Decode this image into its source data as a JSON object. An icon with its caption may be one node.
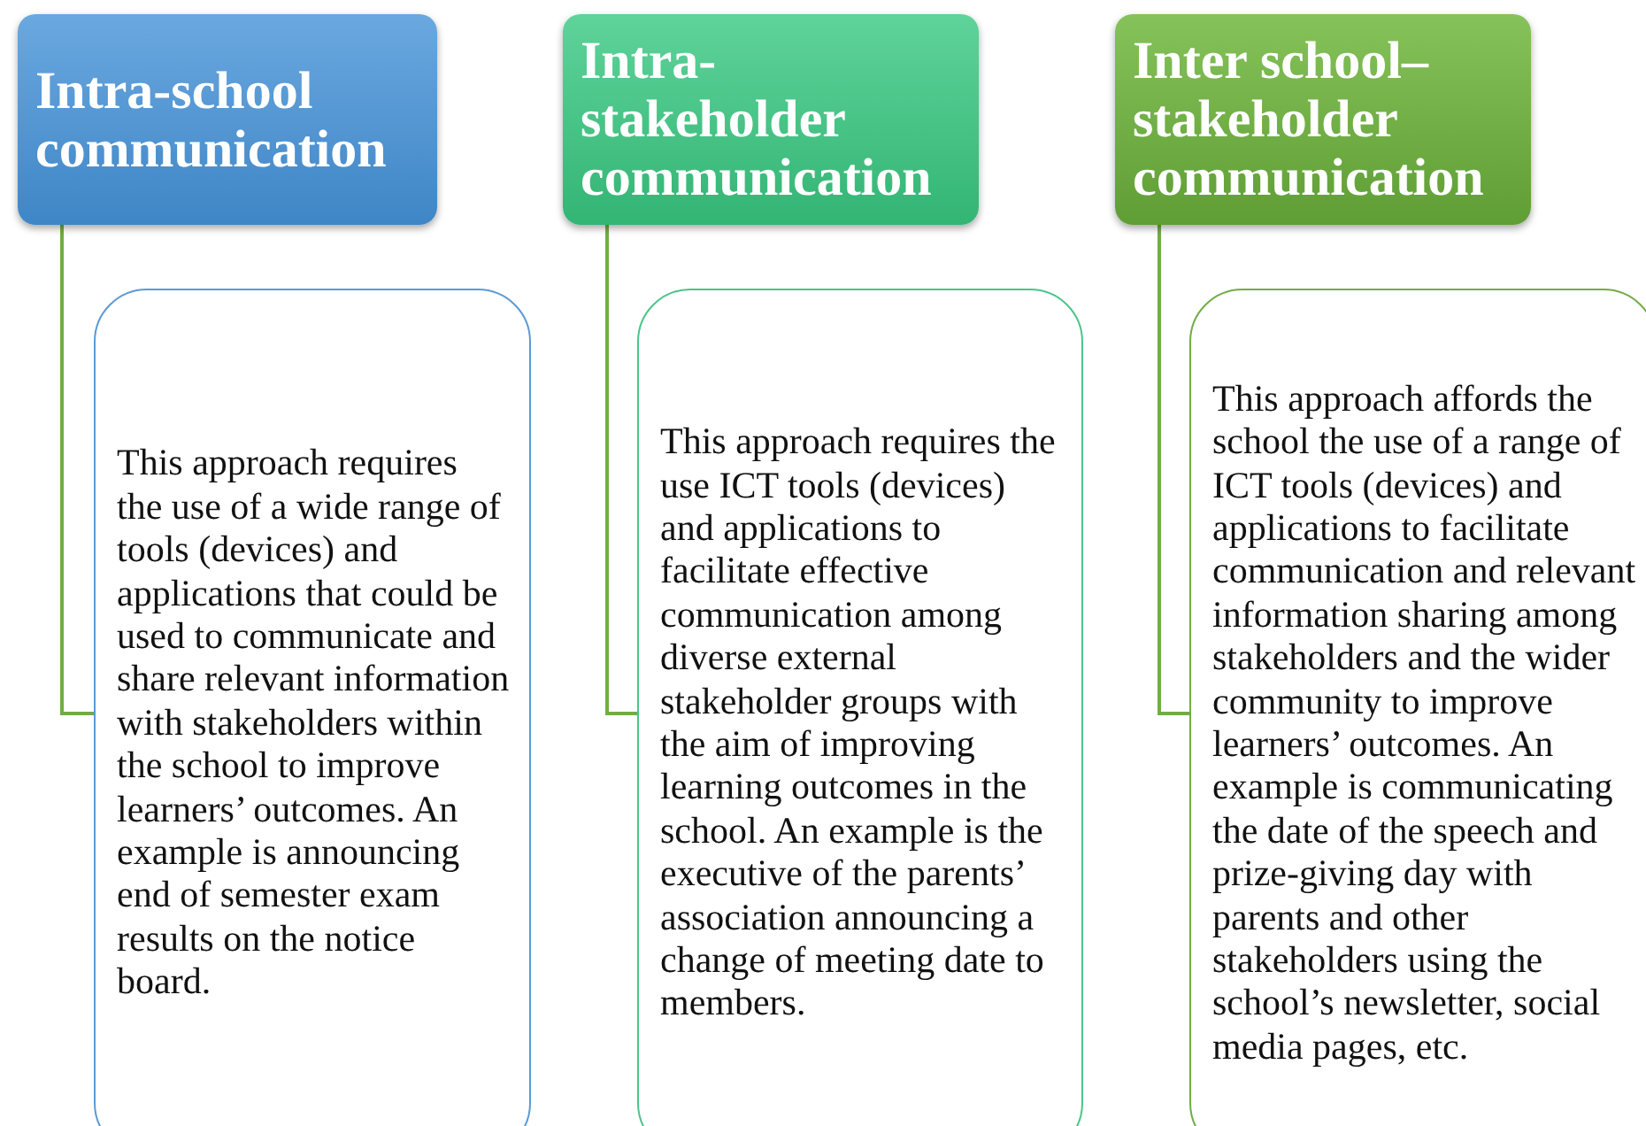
{
  "diagram": {
    "nodes": [
      {
        "text": [
          "Intra-school communication"
        ]
      },
      {
        "text": [
          "This approach requires the use of a wide range of  tools (devices) and applications that could be used to communicate and share relevant information with stakeholders within the school to improve learners’ outcomes. An example is announcing end of semester exam results on the notice board."
        ]
      },
      {
        "text": [
          "Intra-stakeholder communication"
        ]
      },
      {
        "text": [
          "This approach requires the use ICT tools (devices) and applications to facilitate effective communication among diverse external stakeholder groups with the aim of improving learning outcomes in the school. An example is the executive of the parents’ association announcing a change of meeting date to members."
        ]
      },
      {
        "text": [
          "Inter school–stakeholder communication"
        ]
      },
      {
        "text": [
          "This approach affords the school the use of a range of ICT tools (devices) and applications to facilitate communication and relevant information sharing among stakeholders and the wider community to improve learners’ outcomes. An example is communicating the date of the speech and prize-giving day with parents and other stakeholders using the school’s newsletter, social media pages, etc."
        ]
      }
    ],
    "edges": [
      {
        "from": 0,
        "to": 1,
        "arrow": "none"
      },
      {
        "from": 2,
        "to": 3,
        "arrow": "none"
      },
      {
        "from": 4,
        "to": 5,
        "arrow": "none"
      }
    ]
  }
}
